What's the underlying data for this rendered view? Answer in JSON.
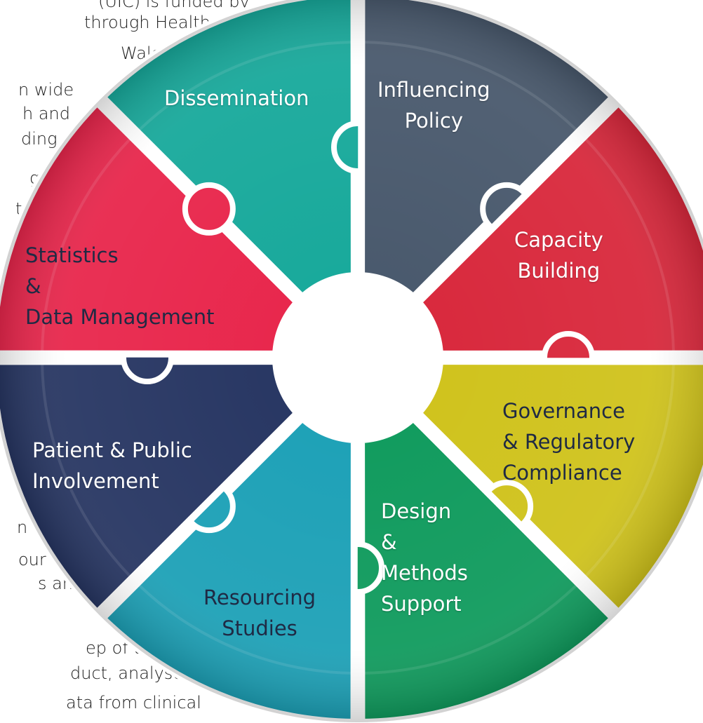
{
  "background_text": [
    "(UIC) is funded by",
    "through Health",
    "Wales.",
    "n   wide",
    "h   and",
    "ding",
    "g",
    "ts",
    "n",
    "our",
    "s and",
    "are",
    "ep  of  the",
    "duct, analyse",
    "ata from clinical"
  ],
  "wheel": {
    "segments": [
      {
        "id": "dissemination",
        "lines": [
          "Dissemination"
        ],
        "color": "#15a89a"
      },
      {
        "id": "influencing-policy",
        "lines": [
          "Influencing",
          "Policy"
        ],
        "color": "#47576b"
      },
      {
        "id": "capacity-building",
        "lines": [
          "Capacity",
          "Building"
        ],
        "color": "#d8263a"
      },
      {
        "id": "governance",
        "lines": [
          "Governance",
          "& Regulatory",
          "Compliance"
        ],
        "color": "#cfc21a"
      },
      {
        "id": "design-methods",
        "lines": [
          "Design",
          "&",
          "Methods",
          "Support"
        ],
        "color": "#0e9a5c"
      },
      {
        "id": "resourcing-studies",
        "lines": [
          "Resourcing",
          "Studies"
        ],
        "color": "#1ba0b6"
      },
      {
        "id": "patient-public",
        "lines": [
          "Patient & Public",
          "Involvement"
        ],
        "color": "#253461"
      },
      {
        "id": "statistics",
        "lines": [
          "Statistics",
          "&",
          "Data Management"
        ],
        "color": "#e8244a"
      }
    ]
  }
}
